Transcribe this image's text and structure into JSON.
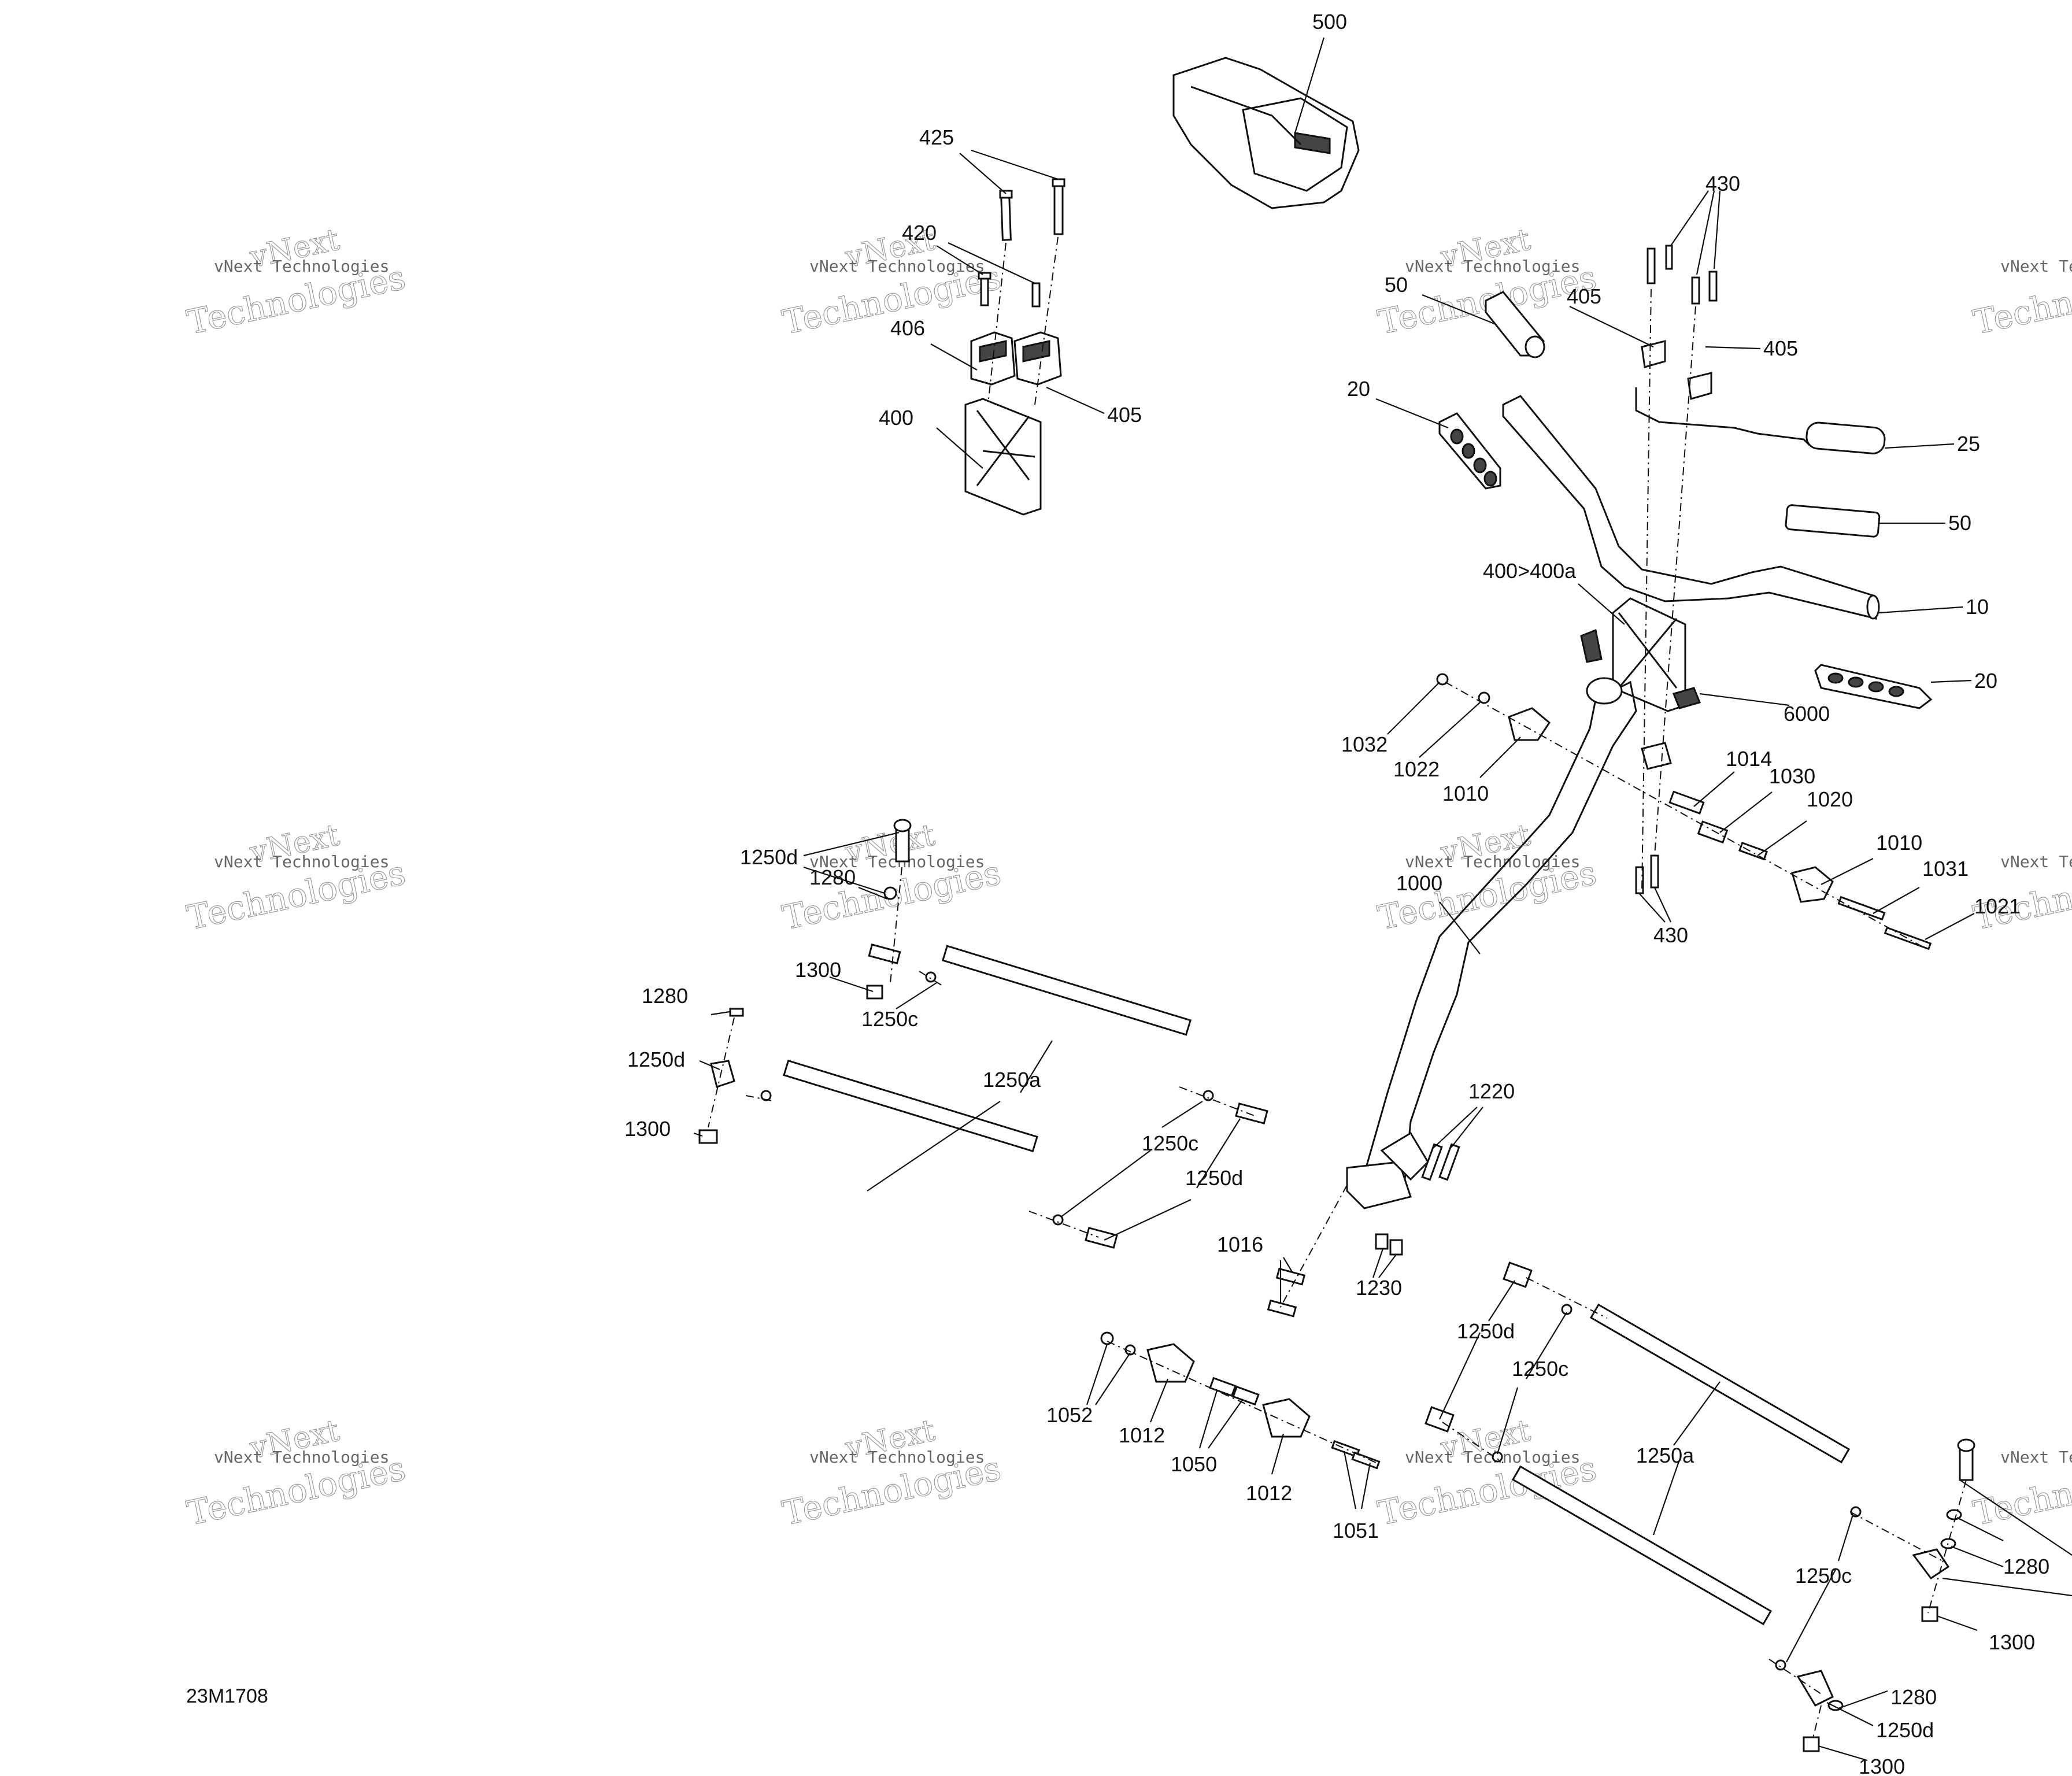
{
  "watermark": {
    "line1": "vNext",
    "line2": "vNext Technologies",
    "line3": "Technologies"
  },
  "diagram_code": "23M1708",
  "labels": {
    "l500": "500",
    "l425": "425",
    "l420": "420",
    "l406": "406",
    "l405_top": "405",
    "l400": "400",
    "l430_top": "430",
    "l50_top": "50",
    "l405_right_a": "405",
    "l405_right_b": "405",
    "l20_top": "20",
    "l25": "25",
    "l50_right": "50",
    "l10": "10",
    "l400a": "400>400a",
    "l20_right": "20",
    "l6000": "6000",
    "l1032": "1032",
    "l1022": "1022",
    "l1010_a": "1010",
    "l1014": "1014",
    "l1030": "1030",
    "l1020": "1020",
    "l1010_b": "1010",
    "l1031": "1031",
    "l1021": "1021",
    "l430_bottom": "430",
    "l1000": "1000",
    "l1250d_a": "1250d",
    "l1280_a": "1280",
    "l1300_a": "1300",
    "l1250c_a": "1250c",
    "l1280_b": "1280",
    "l1250d_b": "1250d",
    "l1300_b": "1300",
    "l1250a_a": "1250a",
    "l1250c_b": "1250c",
    "l1250d_c": "1250d",
    "l1220": "1220",
    "l1016": "1016",
    "l1230": "1230",
    "l1250d_d": "1250d",
    "l1250c_c": "1250c",
    "l1052": "1052",
    "l1012_a": "1012",
    "l1050": "1050",
    "l1012_b": "1012",
    "l1051": "1051",
    "l1250a_b": "1250a",
    "l1250c_d": "1250c",
    "l1280_c": "1280",
    "l1300_c": "1300",
    "l1280_d": "1280",
    "l1250d_e": "1250d",
    "l1300_d": "1300"
  }
}
